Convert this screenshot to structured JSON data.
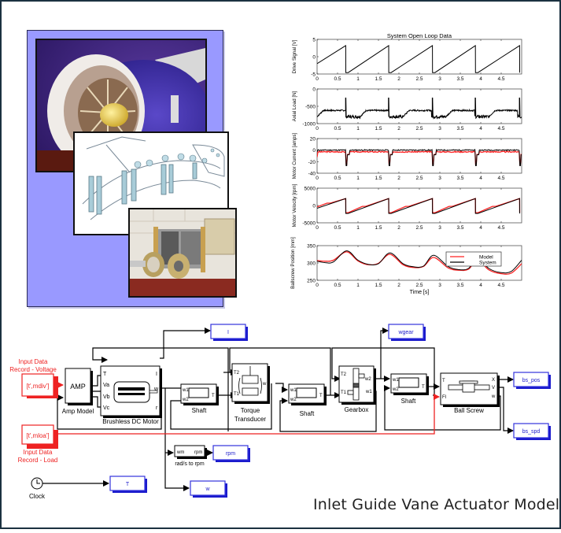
{
  "caption": "Inlet Guide Vane Actuator Model",
  "photos": [
    {
      "name": "turbofan-engine-photo",
      "subject": "Jet engine nacelle with fan and spinner"
    },
    {
      "name": "inlet-guide-vane-drawing",
      "subject": "Line drawing of inlet guide vane assembly"
    },
    {
      "name": "actuator-testbench-photo",
      "subject": "Brushless motor and gearbox actuator test rig"
    }
  ],
  "colors": {
    "panel_bg": "#9999ff",
    "model_line": "#ff2222",
    "system_line": "#000000",
    "input_red": "#ee2222",
    "goto_blue": "#2222cc"
  },
  "chart_data": {
    "type": "line",
    "title": "System Open Loop Data",
    "xlabel": "Time [s]",
    "xlim": [
      0,
      5
    ],
    "xticks": [
      "0",
      "0.5",
      "1",
      "1.5",
      "2",
      "2.5",
      "3",
      "3.5",
      "4",
      "4.5"
    ],
    "legend": {
      "entries": [
        "Model",
        "System"
      ],
      "placement": "upper-right (last subplot)"
    },
    "period_s": 1.05,
    "subplots": [
      {
        "ylabel": "Drive Signal [V]",
        "ylim": [
          -5,
          5
        ],
        "yticks": [
          "5",
          "0",
          "-5"
        ],
        "series": [
          {
            "name": "System",
            "shape": "sawtooth",
            "start": -2,
            "peak": 3.2,
            "reset": -4.6,
            "resets_at": [
              0.7,
              1.75,
              2.82,
              3.87,
              4.95
            ]
          }
        ]
      },
      {
        "ylabel": "Axial Load [N]",
        "ylim": [
          -1000,
          0
        ],
        "yticks": [
          "0",
          "-500",
          "-1000"
        ],
        "series": [
          {
            "name": "System",
            "shape": "noisy-periodic",
            "baseline": -800,
            "plateau": -620,
            "spike": -250,
            "spikes_at": [
              0.7,
              1.75,
              2.82,
              3.87,
              4.95
            ]
          }
        ]
      },
      {
        "ylabel": "Motor Current [amps]",
        "ylim": [
          -40,
          20
        ],
        "yticks": [
          "20",
          "0",
          "-20",
          "-40"
        ],
        "series": [
          {
            "name": "System",
            "shape": "pulse",
            "baseline": 0,
            "dip": -27,
            "dips_at": [
              0.7,
              1.75,
              2.82,
              3.87,
              4.95
            ]
          },
          {
            "name": "Model",
            "shape": "pulse",
            "baseline": -3,
            "dip": -25,
            "dips_at": [
              0.7,
              1.75,
              2.82,
              3.87,
              4.95
            ]
          }
        ]
      },
      {
        "ylabel": "Motor Velocity [rpm]",
        "ylim": [
          -5000,
          5000
        ],
        "yticks": [
          "5000",
          "0",
          "-5000"
        ],
        "series": [
          {
            "name": "System",
            "shape": "sawtooth",
            "start": -800,
            "peak": 2000,
            "reset": -2300,
            "resets_at": [
              0.7,
              1.75,
              2.82,
              3.87,
              4.95
            ]
          },
          {
            "name": "Model",
            "shape": "sawtooth",
            "start": -400,
            "peak": 2000,
            "reset": -2100,
            "resets_at": [
              0.7,
              1.75,
              2.82,
              3.87,
              4.95
            ]
          }
        ]
      },
      {
        "ylabel": "Ballscrew Position [mm]",
        "ylim": [
          250,
          350
        ],
        "yticks": [
          "350",
          "300",
          "250"
        ],
        "series": [
          {
            "name": "System",
            "x": [
              0,
              0.2,
              0.4,
              0.72,
              1.0,
              1.25,
              1.5,
              1.78,
              2.1,
              2.35,
              2.6,
              2.85,
              3.2,
              3.45,
              3.7,
              3.92,
              4.2,
              4.5,
              4.75,
              5.0
            ],
            "y": [
              305,
              301,
              303,
              335,
              308,
              296,
              298,
              329,
              298,
              289,
              291,
              322,
              290,
              281,
              284,
              315,
              284,
              272,
              276,
              308
            ]
          },
          {
            "name": "Model",
            "x": [
              0,
              0.2,
              0.4,
              0.72,
              1.0,
              1.25,
              1.5,
              1.78,
              2.1,
              2.35,
              2.6,
              2.85,
              3.2,
              3.45,
              3.7,
              3.92,
              4.2,
              4.5,
              4.75,
              5.0
            ],
            "y": [
              307,
              305,
              308,
              332,
              306,
              295,
              299,
              325,
              295,
              287,
              290,
              316,
              286,
              279,
              282,
              309,
              280,
              269,
              271,
              298
            ]
          }
        ]
      }
    ]
  },
  "diagram": {
    "inputs": [
      {
        "label_line1": "Input Data",
        "label_line2": "Record - Voltage",
        "value": "[t',mdiv']"
      },
      {
        "label_line1": "Input Data",
        "label_line2": "Record - Load",
        "value": "[t',mloa']"
      }
    ],
    "blocks": {
      "amp": {
        "text": "AMP",
        "label": "Amp Model"
      },
      "motor": {
        "label": "Brushless DC Motor",
        "in_ports": [
          "T",
          "Va",
          "Vb",
          "Vc"
        ],
        "out_ports": [
          "I",
          "w",
          "r"
        ]
      },
      "shaft1": {
        "label": "Shaft",
        "in_ports": [
          "w1",
          "w2"
        ],
        "out_ports": [
          "T"
        ]
      },
      "torque": {
        "label_line1": "Torque",
        "label_line2": "Transducer",
        "in_ports": [
          "T2",
          "T1"
        ],
        "out_ports": [
          "w"
        ]
      },
      "shaft2": {
        "label": "Shaft",
        "in_ports": [
          "w1",
          "w2"
        ],
        "out_ports": [
          "T"
        ]
      },
      "gearbox": {
        "label": "Gearbox",
        "in_ports": [
          "T2",
          "T1"
        ],
        "out_ports": [
          "w2",
          "w1"
        ]
      },
      "shaft3": {
        "label": "Shaft",
        "in_ports": [
          "w1",
          "w2"
        ],
        "out_ports": [
          "T"
        ]
      },
      "ballscrew": {
        "label": "Ball Screw",
        "in_ports": [
          "T",
          "Fl"
        ],
        "out_ports": [
          "X",
          "V",
          "w"
        ]
      },
      "rpm_conv": {
        "in_port": "wm",
        "out_port": "rpm",
        "label": "rad/s to rpm"
      },
      "clock": {
        "label": "Clock"
      }
    },
    "gotos": [
      "I",
      "wgear",
      "bs_pos",
      "bs_spd",
      "rpm",
      "w",
      "T"
    ]
  }
}
